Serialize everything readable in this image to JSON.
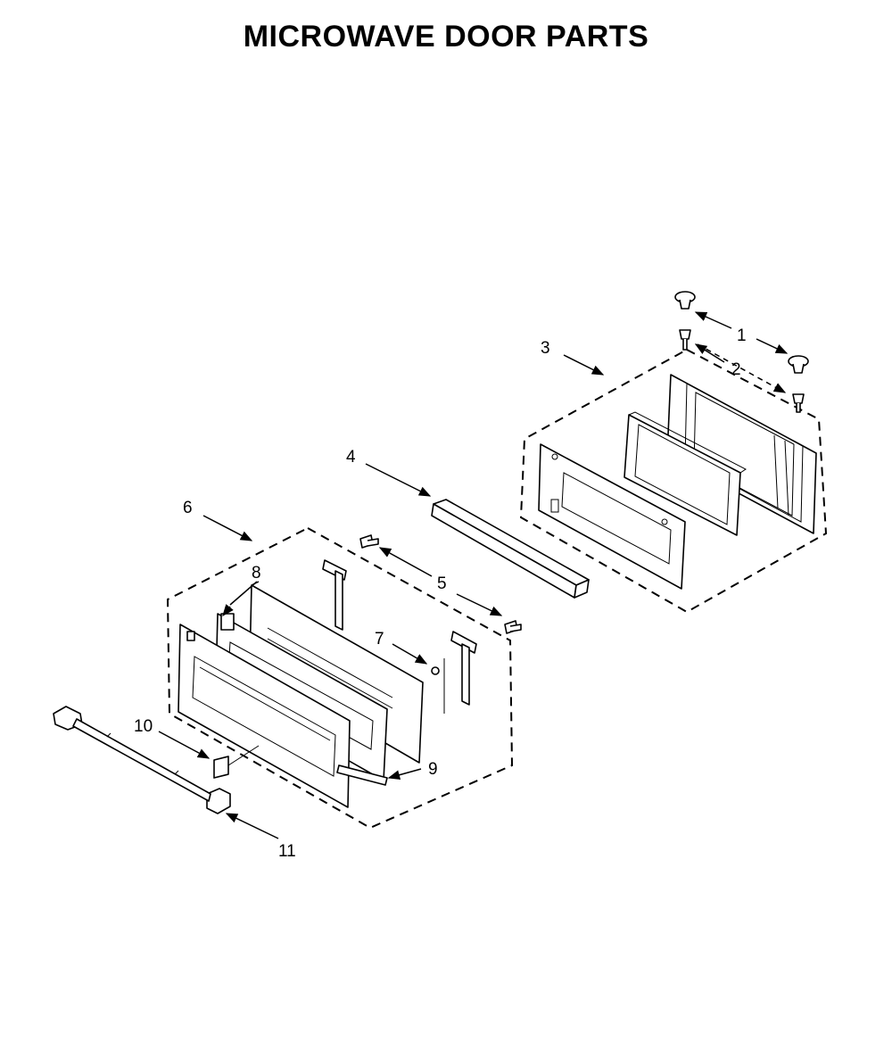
{
  "title": "MICROWAVE DOOR PARTS",
  "callouts": [
    {
      "id": "1",
      "label": "1"
    },
    {
      "id": "2",
      "label": "2"
    },
    {
      "id": "3",
      "label": "3"
    },
    {
      "id": "4",
      "label": "4"
    },
    {
      "id": "5",
      "label": "5"
    },
    {
      "id": "6",
      "label": "6"
    },
    {
      "id": "7",
      "label": "7"
    },
    {
      "id": "8",
      "label": "8"
    },
    {
      "id": "9",
      "label": "9"
    },
    {
      "id": "10",
      "label": "10"
    },
    {
      "id": "11",
      "label": "11"
    }
  ]
}
